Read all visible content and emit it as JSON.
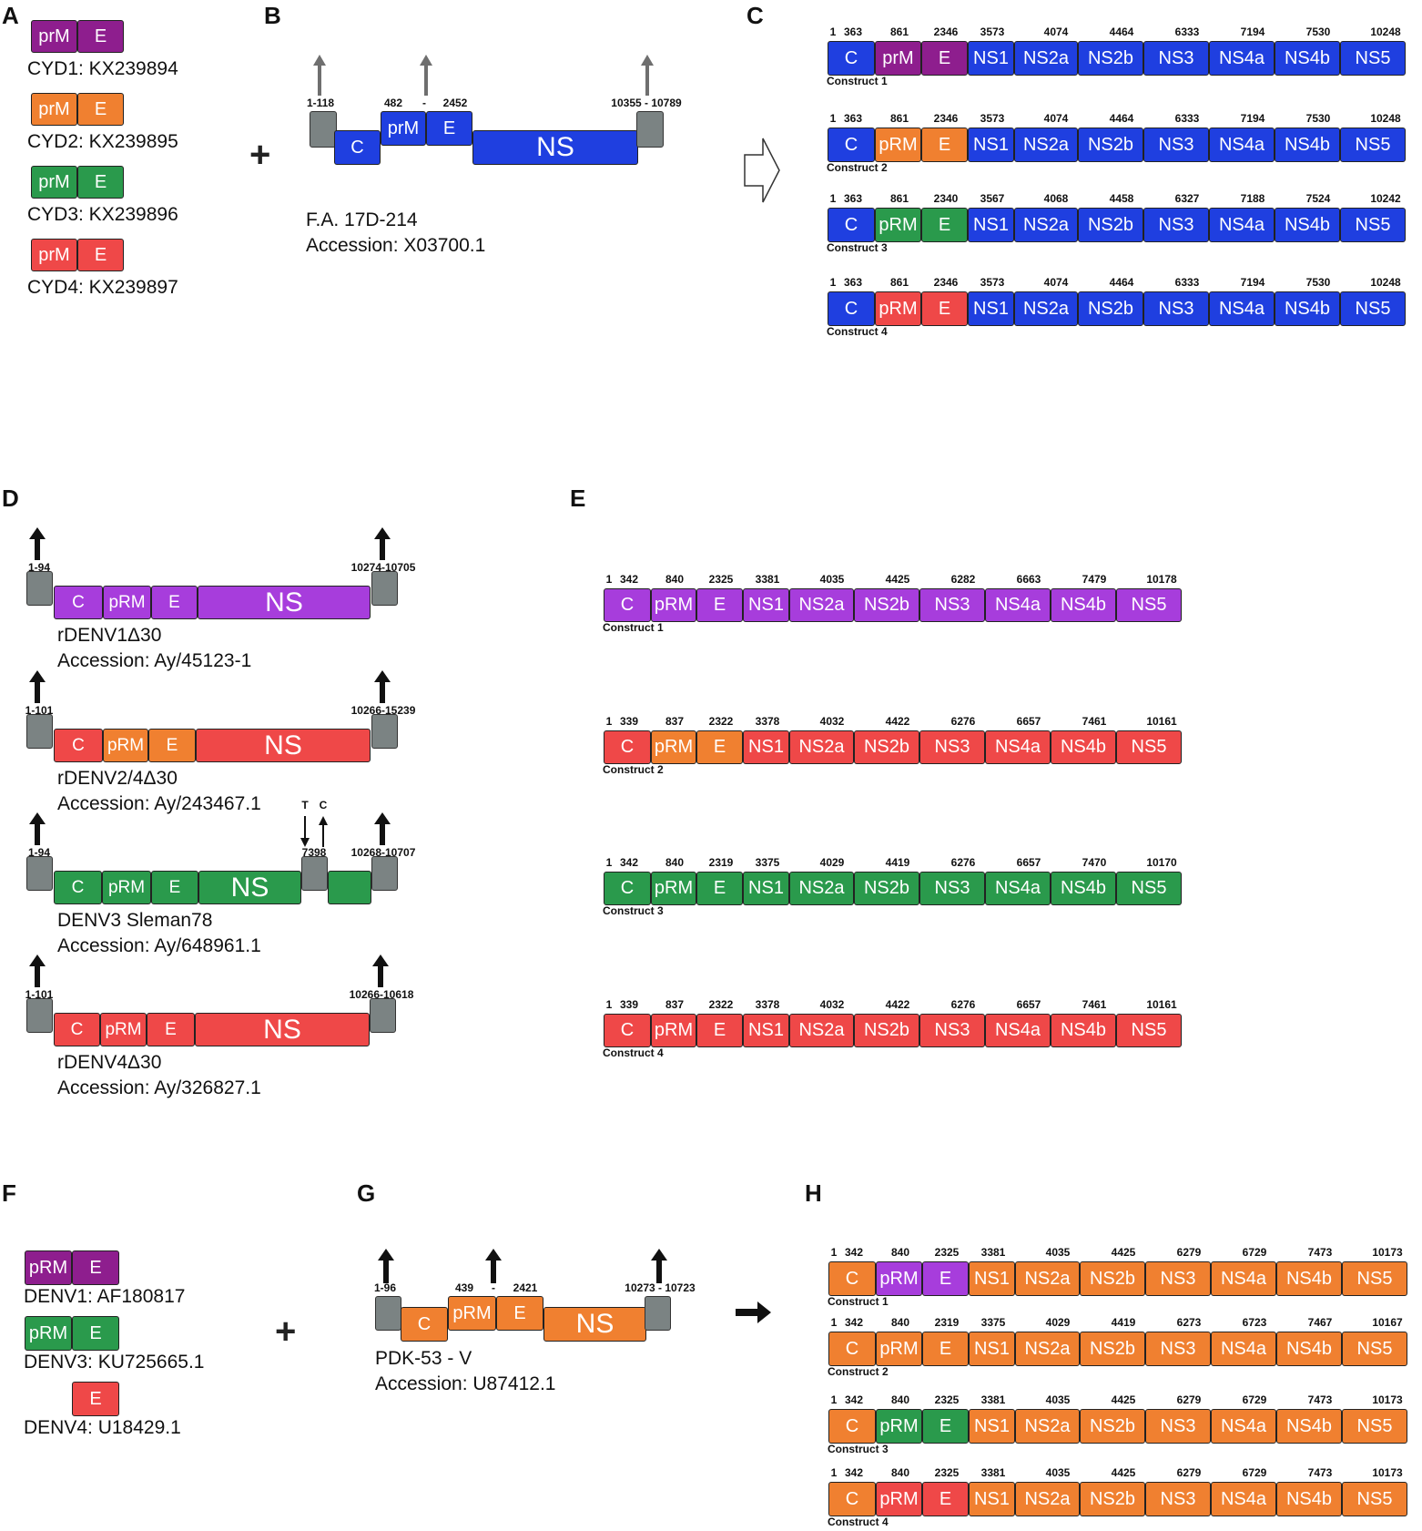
{
  "colors": {
    "purple": "#8e1e8e",
    "lightPurple": "#a73ddc",
    "orange": "#f08030",
    "green": "#2a9a4c",
    "red": "#ef4848",
    "blue": "#1f3fe0",
    "grey": "#7b8383"
  },
  "panelLetters": [
    "A",
    "B",
    "C",
    "D",
    "E",
    "F",
    "G",
    "H"
  ],
  "panelA": {
    "items": [
      {
        "label": "CYD1: KX239894",
        "prm": "prM",
        "e": "E",
        "color": "purple"
      },
      {
        "label": "CYD2: KX239895",
        "prm": "prM",
        "e": "E",
        "color": "orange"
      },
      {
        "label": "CYD3: KX239896",
        "prm": "prM",
        "e": "E",
        "color": "green"
      },
      {
        "label": "CYD4: KX239897",
        "prm": "prM",
        "e": "E",
        "color": "red"
      }
    ]
  },
  "panelB": {
    "caption1": "F.A. 17D-214",
    "caption2": "Accession: X03700.1",
    "labels": [
      "1-118",
      "482",
      "-",
      "2452",
      "10355 - 10789"
    ],
    "genes": [
      "C",
      "prM",
      "E",
      "NS"
    ]
  },
  "panelD": {
    "genomes": [
      {
        "name": "rDENV1Δ30",
        "accession": "Accession: Ay/45123-1",
        "left": "1-94",
        "right": "10274-10705"
      },
      {
        "name": "rDENV2/4Δ30",
        "accession": "Accession: Ay/243467.1",
        "left": "1-101",
        "right": "10266-15239"
      },
      {
        "name": "DENV3 Sleman78",
        "accession": "Accession: Ay/648961.1",
        "left": "1-94",
        "right": "10268-10707",
        "mid": "7398",
        "mutFrom": "T",
        "mutTo": "C"
      },
      {
        "name": "rDENV4Δ30",
        "accession": "Accession: Ay/326827.1",
        "left": "1-101",
        "right": "10266-10618"
      }
    ],
    "genes": [
      "C",
      "pRM",
      "E",
      "NS"
    ]
  },
  "panelF": {
    "items": [
      {
        "label": "DENV1: AF180817",
        "prm": "pRM",
        "e": "E"
      },
      {
        "label": "DENV3: KU725665.1",
        "prm": "pRM",
        "e": "E"
      },
      {
        "label": "DENV4: U18429.1",
        "e": "E"
      }
    ]
  },
  "panelG": {
    "caption1": "PDK-53 - V",
    "caption2": "Accession: U87412.1",
    "labels": [
      "1-96",
      "439",
      "-",
      "2421",
      "10273 - 10723"
    ],
    "genes": [
      "C",
      "pRM",
      "E",
      "NS"
    ]
  },
  "constructs": {
    "C": [
      {
        "label": "Construct 1",
        "nums": [
          "1",
          "363",
          "861",
          "2346",
          "3573",
          "4074",
          "4464",
          "6333",
          "7194",
          "7530",
          "10248"
        ],
        "genes": [
          "C",
          "prM",
          "E",
          "NS1",
          "NS2a",
          "NS2b",
          "NS3",
          "NS4a",
          "NS4b",
          "NS5"
        ]
      },
      {
        "label": "Construct 2",
        "nums": [
          "1",
          "363",
          "861",
          "2346",
          "3573",
          "4074",
          "4464",
          "6333",
          "7194",
          "7530",
          "10248"
        ],
        "genes": [
          "C",
          "pRM",
          "E",
          "NS1",
          "NS2a",
          "NS2b",
          "NS3",
          "NS4a",
          "NS4b",
          "NS5"
        ]
      },
      {
        "label": "Construct 3",
        "nums": [
          "1",
          "363",
          "861",
          "2340",
          "3567",
          "4068",
          "4458",
          "6327",
          "7188",
          "7524",
          "10242"
        ],
        "genes": [
          "C",
          "pRM",
          "E",
          "NS1",
          "NS2a",
          "NS2b",
          "NS3",
          "NS4a",
          "NS4b",
          "NS5"
        ]
      },
      {
        "label": "Construct 4",
        "nums": [
          "1",
          "363",
          "861",
          "2346",
          "3573",
          "4074",
          "4464",
          "6333",
          "7194",
          "7530",
          "10248"
        ],
        "genes": [
          "C",
          "pRM",
          "E",
          "NS1",
          "NS2a",
          "NS2b",
          "NS3",
          "NS4a",
          "NS4b",
          "NS5"
        ]
      }
    ],
    "E": [
      {
        "label": "Construct 1",
        "nums": [
          "1",
          "342",
          "840",
          "2325",
          "3381",
          "4035",
          "4425",
          "6282",
          "6663",
          "7479",
          "10178"
        ],
        "genes": [
          "C",
          "pRM",
          "E",
          "NS1",
          "NS2a",
          "NS2b",
          "NS3",
          "NS4a",
          "NS4b",
          "NS5"
        ]
      },
      {
        "label": "Construct 2",
        "nums": [
          "1",
          "339",
          "837",
          "2322",
          "3378",
          "4032",
          "4422",
          "6276",
          "6657",
          "7461",
          "10161"
        ],
        "genes": [
          "C",
          "pRM",
          "E",
          "NS1",
          "NS2a",
          "NS2b",
          "NS3",
          "NS4a",
          "NS4b",
          "NS5"
        ]
      },
      {
        "label": "Construct 3",
        "nums": [
          "1",
          "342",
          "840",
          "2319",
          "3375",
          "4029",
          "4419",
          "6276",
          "6657",
          "7470",
          "10170"
        ],
        "genes": [
          "C",
          "pRM",
          "E",
          "NS1",
          "NS2a",
          "NS2b",
          "NS3",
          "NS4a",
          "NS4b",
          "NS5"
        ]
      },
      {
        "label": "Construct 4",
        "nums": [
          "1",
          "339",
          "837",
          "2322",
          "3378",
          "4032",
          "4422",
          "6276",
          "6657",
          "7461",
          "10161"
        ],
        "genes": [
          "C",
          "pRM",
          "E",
          "NS1",
          "NS2a",
          "NS2b",
          "NS3",
          "NS4a",
          "NS4b",
          "NS5"
        ]
      }
    ],
    "H": [
      {
        "label": "Construct 1",
        "nums": [
          "1",
          "342",
          "840",
          "2325",
          "3381",
          "4035",
          "4425",
          "6279",
          "6729",
          "7473",
          "10173"
        ],
        "genes": [
          "C",
          "pRM",
          "E",
          "NS1",
          "NS2a",
          "NS2b",
          "NS3",
          "NS4a",
          "NS4b",
          "NS5"
        ]
      },
      {
        "label": "Construct 2",
        "nums": [
          "1",
          "342",
          "840",
          "2319",
          "3375",
          "4029",
          "4419",
          "6273",
          "6723",
          "7467",
          "10167"
        ],
        "genes": [
          "C",
          "pRM",
          "E",
          "NS1",
          "NS2a",
          "NS2b",
          "NS3",
          "NS4a",
          "NS4b",
          "NS5"
        ]
      },
      {
        "label": "Construct 3",
        "nums": [
          "1",
          "342",
          "840",
          "2325",
          "3381",
          "4035",
          "4425",
          "6279",
          "6729",
          "7473",
          "10173"
        ],
        "genes": [
          "C",
          "pRM",
          "E",
          "NS1",
          "NS2a",
          "NS2b",
          "NS3",
          "NS4a",
          "NS4b",
          "NS5"
        ]
      },
      {
        "label": "Construct 4",
        "nums": [
          "1",
          "342",
          "840",
          "2325",
          "3381",
          "4035",
          "4425",
          "6279",
          "6729",
          "7473",
          "10173"
        ],
        "genes": [
          "C",
          "pRM",
          "E",
          "NS1",
          "NS2a",
          "NS2b",
          "NS3",
          "NS4a",
          "NS4b",
          "NS5"
        ]
      }
    ]
  }
}
